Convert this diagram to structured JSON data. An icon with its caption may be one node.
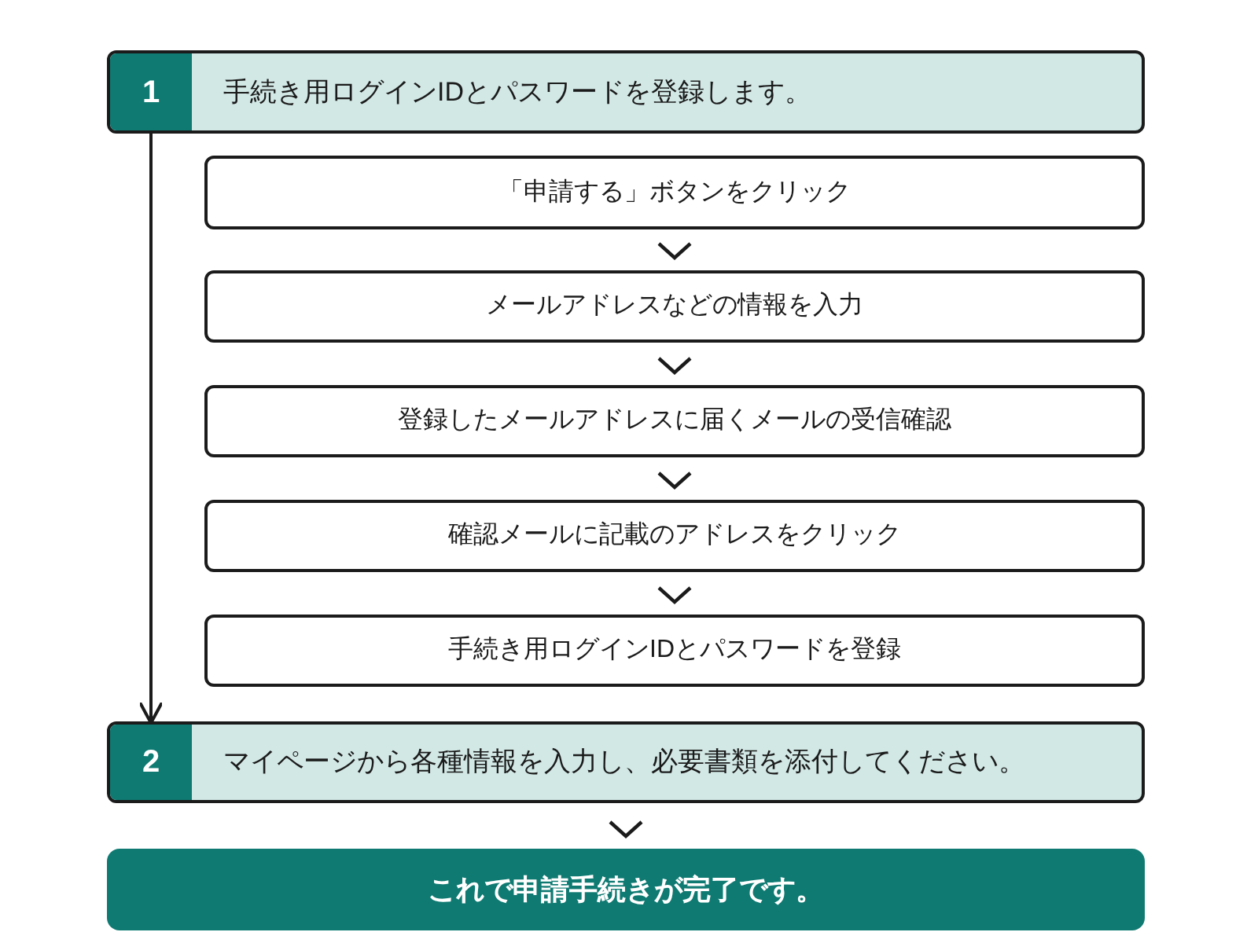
{
  "diagram": {
    "nodes": [
      {
        "text": [
          "1",
          "手続き用ログインIDとパスワードを登録します。"
        ]
      },
      {
        "text": [
          "「申請する」ボタンをクリック"
        ]
      },
      {
        "text": [
          "メールアドレスなどの情報を入力"
        ]
      },
      {
        "text": [
          "登録したメールアドレスに届くメールの受信確認"
        ]
      },
      {
        "text": [
          "確認メールに記載のアドレスをクリック"
        ]
      },
      {
        "text": [
          "手続き用ログインIDとパスワードを登録"
        ]
      },
      {
        "text": [
          "2",
          "マイページから各種情報を入力し、必要書類を添付してください。"
        ]
      },
      {
        "text": [
          "これで申請手続きが完了です。"
        ]
      }
    ],
    "edges": [
      {
        "from": 0,
        "to": 6,
        "arrow": "to"
      },
      {
        "from": 1,
        "to": 2,
        "arrow": "to"
      },
      {
        "from": 2,
        "to": 3,
        "arrow": "to"
      },
      {
        "from": 3,
        "to": 4,
        "arrow": "to"
      },
      {
        "from": 4,
        "to": 5,
        "arrow": "to"
      },
      {
        "from": 6,
        "to": 7,
        "arrow": "to"
      }
    ]
  }
}
